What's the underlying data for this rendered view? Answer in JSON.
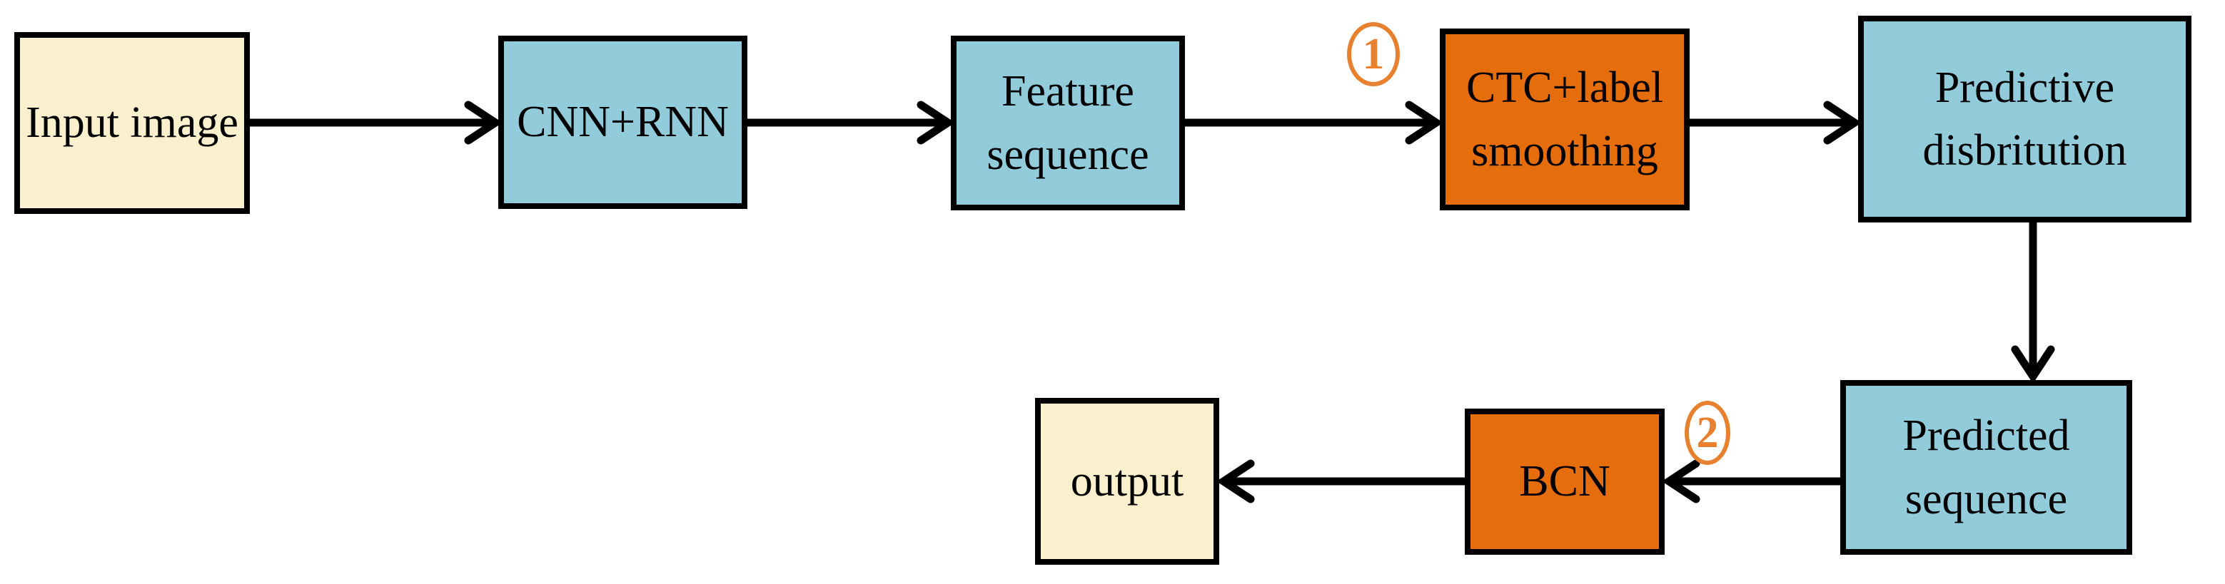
{
  "diagram": {
    "type": "flowchart",
    "description": "Text recognition pipeline flow diagram",
    "nodes": [
      {
        "id": "input-image",
        "label": "Input image",
        "type": "io"
      },
      {
        "id": "cnn-rnn",
        "label": "CNN+RNN",
        "type": "process"
      },
      {
        "id": "feature-sequence",
        "label": "Feature\nsequence",
        "type": "process"
      },
      {
        "id": "ctc-label-smoothing",
        "label": "CTC+label\nsmoothing",
        "type": "highlight"
      },
      {
        "id": "predictive-disbritution",
        "label": "Predictive\ndisbritution",
        "type": "process"
      },
      {
        "id": "predicted-sequence",
        "label": "Predicted\nsequence",
        "type": "process"
      },
      {
        "id": "bcn",
        "label": "BCN",
        "type": "highlight"
      },
      {
        "id": "output",
        "label": "output",
        "type": "io"
      }
    ],
    "edges": [
      {
        "from": "input-image",
        "to": "cnn-rnn"
      },
      {
        "from": "cnn-rnn",
        "to": "feature-sequence"
      },
      {
        "from": "feature-sequence",
        "to": "ctc-label-smoothing",
        "annotation": "1"
      },
      {
        "from": "ctc-label-smoothing",
        "to": "predictive-disbritution"
      },
      {
        "from": "predictive-disbritution",
        "to": "predicted-sequence"
      },
      {
        "from": "predicted-sequence",
        "to": "bcn",
        "annotation": "2"
      },
      {
        "from": "bcn",
        "to": "output"
      }
    ],
    "annotations": [
      {
        "number": "1",
        "meaning": "circled step 1, above arrow from Feature sequence to CTC+label smoothing"
      },
      {
        "number": "2",
        "meaning": "circled step 2, above arrow from Predicted sequence to BCN"
      }
    ],
    "colors": {
      "io_fill": "#fbf0cd",
      "process_fill": "#92ccdb",
      "highlight_fill": "#e56d0c",
      "border": "#000000",
      "arrow": "#000000",
      "annotation": "#e8812f",
      "bg": "#ffffff"
    }
  }
}
